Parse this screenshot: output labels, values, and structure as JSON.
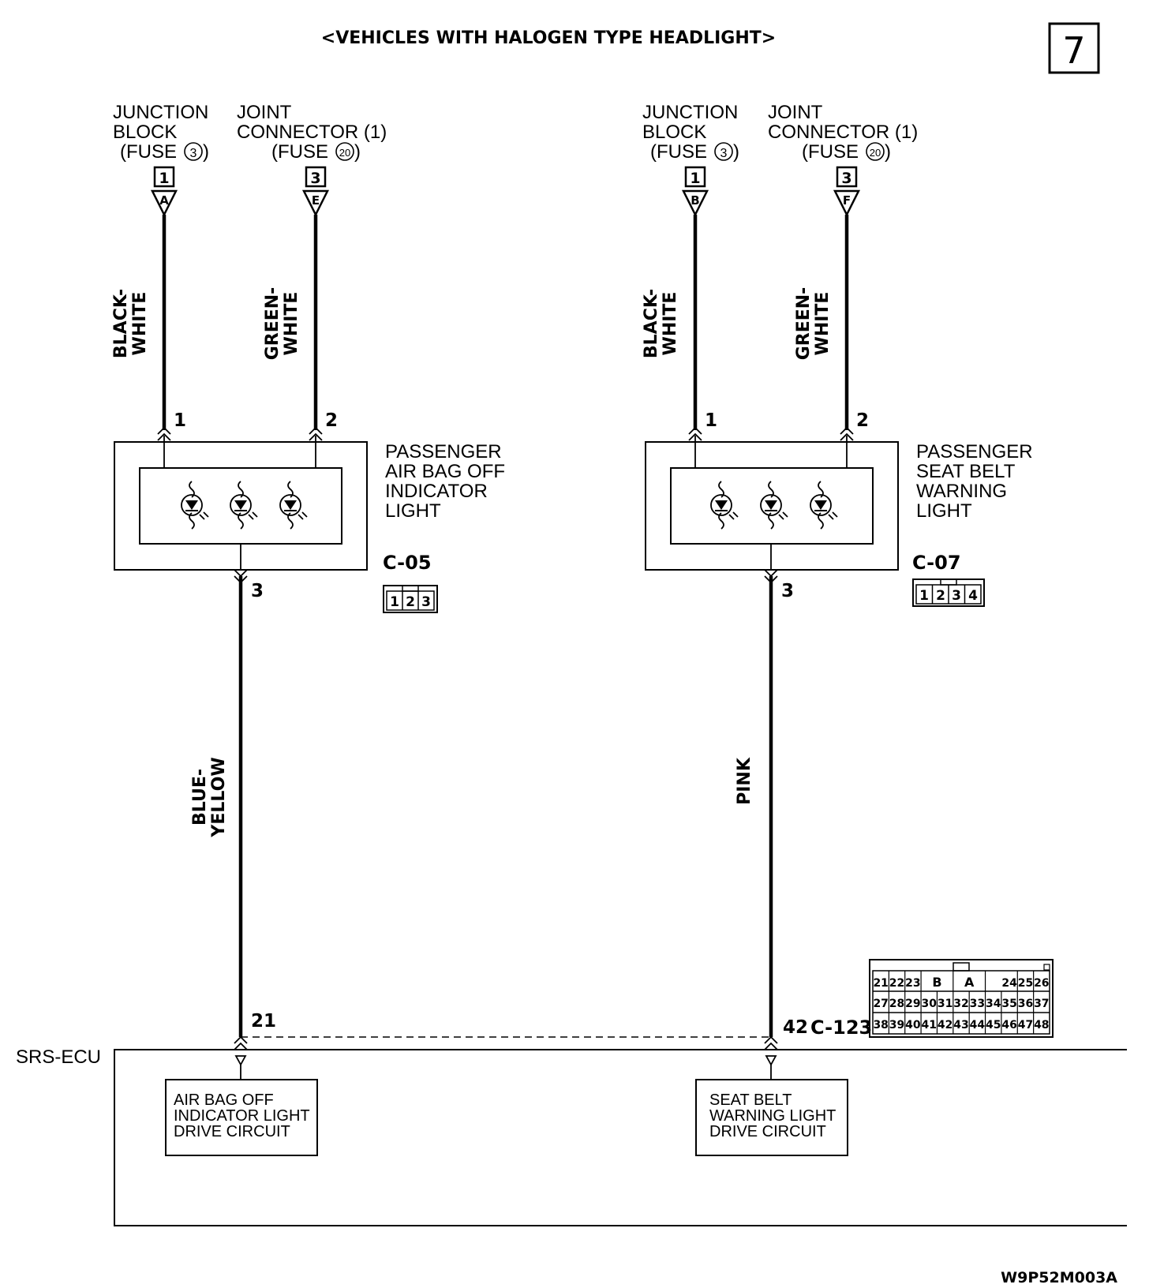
{
  "header": {
    "title": "<VEHICLES WITH HALOGEN TYPE HEADLIGHT>",
    "page_number": "7"
  },
  "left_circuit": {
    "source_a": {
      "line1": "JUNCTION",
      "line2": "BLOCK",
      "line3_prefix": "(FUSE",
      "fuse_number": "3",
      "line3_suffix": ")",
      "box_number": "1",
      "terminal_letter": "A"
    },
    "source_b": {
      "line1": "JOINT",
      "line2": "CONNECTOR (1)",
      "line3_prefix": "(FUSE",
      "fuse_number": "20",
      "line3_suffix": ")",
      "box_number": "3",
      "terminal_letter": "E"
    },
    "wire_a": {
      "line1": "BLACK-",
      "line2": "WHITE",
      "pin": "1"
    },
    "wire_b": {
      "line1": "GREEN-",
      "line2": "WHITE",
      "pin": "2"
    },
    "component": {
      "line1": "PASSENGER",
      "line2": "AIR BAG OFF",
      "line3": "INDICATOR",
      "line4": "LIGHT"
    },
    "connector": {
      "id": "C-05",
      "pins": [
        "1",
        "2",
        "3"
      ]
    },
    "output_pin": "3",
    "wire_out": {
      "line1": "BLUE-",
      "line2": "YELLOW"
    },
    "ecu_pin": "21",
    "ecu_block": {
      "line1": "AIR BAG OFF",
      "line2": "INDICATOR LIGHT",
      "line3": "DRIVE CIRCUIT"
    }
  },
  "right_circuit": {
    "source_a": {
      "line1": "JUNCTION",
      "line2": "BLOCK",
      "line3_prefix": "(FUSE",
      "fuse_number": "3",
      "line3_suffix": ")",
      "box_number": "1",
      "terminal_letter": "B"
    },
    "source_b": {
      "line1": "JOINT",
      "line2": "CONNECTOR (1)",
      "line3_prefix": "(FUSE",
      "fuse_number": "20",
      "line3_suffix": ")",
      "box_number": "3",
      "terminal_letter": "F"
    },
    "wire_a": {
      "line1": "BLACK-",
      "line2": "WHITE",
      "pin": "1"
    },
    "wire_b": {
      "line1": "GREEN-",
      "line2": "WHITE",
      "pin": "2"
    },
    "component": {
      "line1": "PASSENGER",
      "line2": "SEAT BELT",
      "line3": "WARNING",
      "line4": "LIGHT"
    },
    "connector": {
      "id": "C-07",
      "pins": [
        "1",
        "2",
        "3",
        "4"
      ]
    },
    "output_pin": "3",
    "wire_out": {
      "line1": "PINK"
    },
    "ecu_pin": "42",
    "ecu_connector": "C-123",
    "ecu_block": {
      "line1": "SEAT BELT",
      "line2": "WARNING LIGHT",
      "line3": "DRIVE CIRCUIT"
    }
  },
  "ecu": {
    "label": "SRS-ECU",
    "connector_face": {
      "row1_left": [
        "21",
        "22",
        "23"
      ],
      "row1_mid": [
        "B",
        "A"
      ],
      "row1_right": [
        "24",
        "25",
        "26"
      ],
      "row2": [
        "27",
        "28",
        "29",
        "30",
        "31",
        "32",
        "33",
        "34",
        "35",
        "36",
        "37"
      ],
      "row3": [
        "38",
        "39",
        "40",
        "41",
        "42",
        "43",
        "44",
        "45",
        "46",
        "47",
        "48"
      ]
    }
  },
  "footer": {
    "code": "W9P52M003A"
  }
}
